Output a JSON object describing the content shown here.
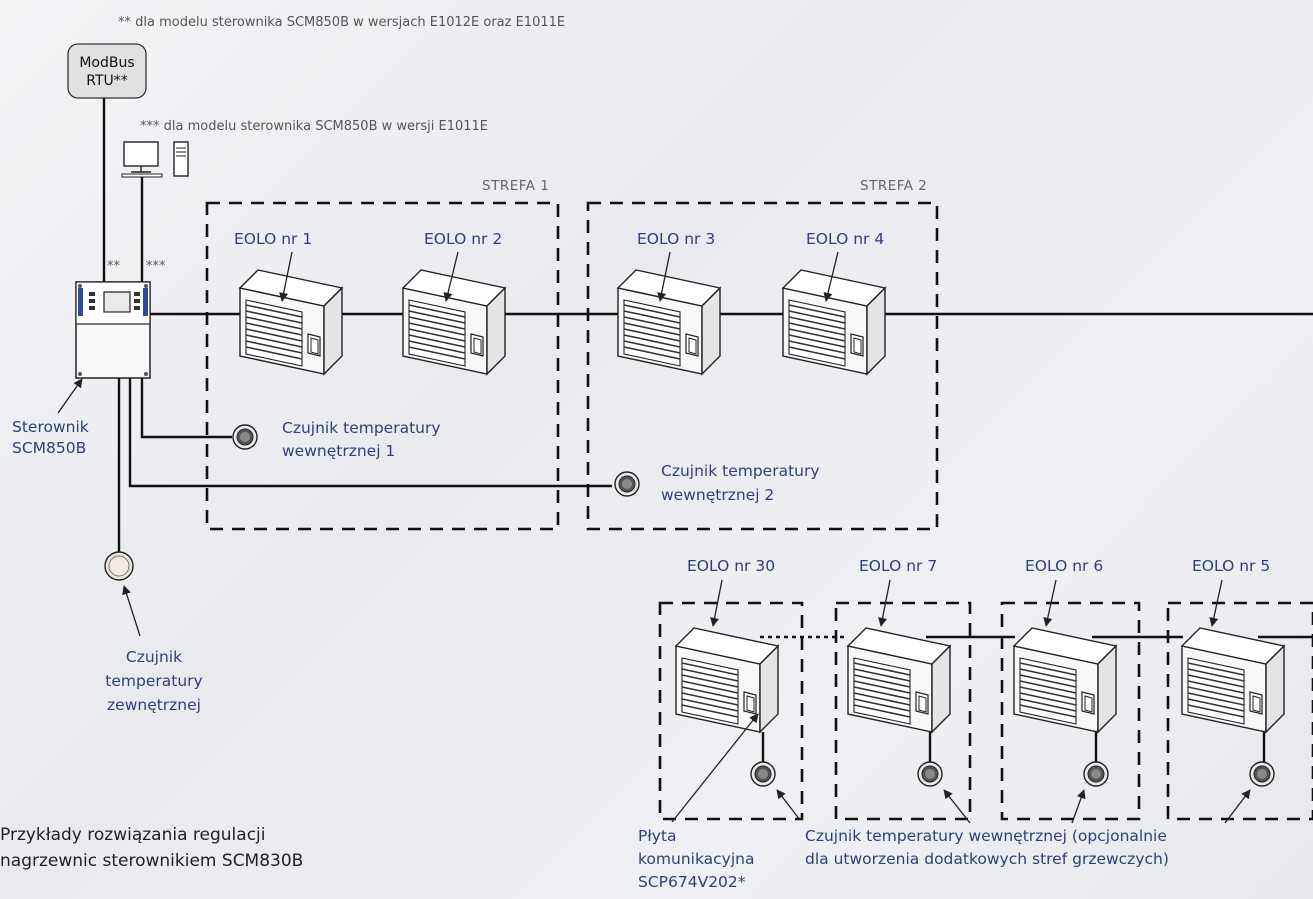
{
  "notes": {
    "note_modbus": "** dla modelu sterownika SCM850B w wersjach E1012E oraz E1011E",
    "note_pc": "*** dla modelu sterownika SCM850B w wersji E1011E",
    "port_2": "**",
    "port_3": "***"
  },
  "modbus": {
    "line1": "ModBus",
    "line2": "RTU**"
  },
  "zones": {
    "zone1": "STREFA 1",
    "zone2": "STREFA 2"
  },
  "heaters": {
    "eolo1": "EOLO nr 1",
    "eolo2": "EOLO nr 2",
    "eolo3": "EOLO nr 3",
    "eolo4": "EOLO nr 4",
    "eolo30": "EOLO nr 30",
    "eolo7": "EOLO nr 7",
    "eolo6": "EOLO nr 6",
    "eolo5": "EOLO nr 5"
  },
  "controller": {
    "line1": "Sterownik",
    "line2": "SCM850B"
  },
  "sensors": {
    "internal1_l1": "Czujnik temperatury",
    "internal1_l2": "wewnętrznej 1",
    "internal2_l1": "Czujnik temperatury",
    "internal2_l2": "wewnętrznej 2",
    "external_l1": "Czujnik",
    "external_l2": "temperatury",
    "external_l3": "zewnętrznej",
    "optional_l1": "Czujnik temperatury wewnętrznej (opcjonalnie",
    "optional_l2": "dla utworzenia dodatkowych stref grzewczych)"
  },
  "board": {
    "line1": "Płyta",
    "line2": "komunikacyjna",
    "line3": "SCP674V202*"
  },
  "caption": {
    "line1": "Przykłady rozwiązania regulacji",
    "line2": "nagrzewnic sterownikiem SCM830B"
  },
  "colors": {
    "label_blue": "#2f3f7a",
    "controller_blue": "#2b4a9a",
    "line": "#111111"
  }
}
